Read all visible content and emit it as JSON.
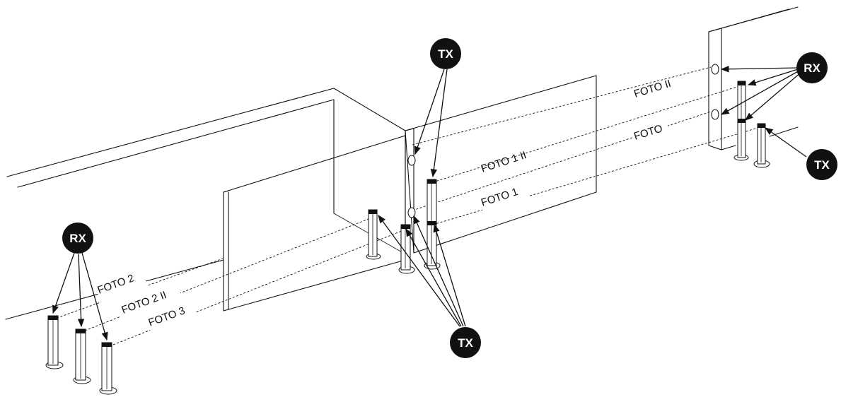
{
  "beams": {
    "foto_2": "FOTO 2",
    "foto_2_ii": "FOTO 2 II",
    "foto_3": "FOTO 3",
    "foto_1": "FOTO 1",
    "foto_1_ii": "FOTO 1 II",
    "foto": "FOTO",
    "foto_ii": "FOTO II"
  },
  "badges": {
    "rx_left": "RX",
    "tx_top": "TX",
    "tx_bottom": "TX",
    "rx_right": "RX",
    "tx_right": "TX"
  },
  "colors": {
    "line": "#111111",
    "badge_fill": "#111111",
    "badge_text": "#ffffff"
  }
}
